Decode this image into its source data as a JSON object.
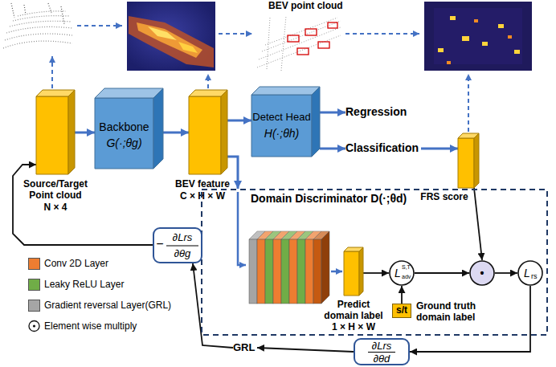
{
  "diagram": {
    "nodes": [
      {
        "text": [
          "Source/Target Point cloud",
          "N × 4"
        ]
      },
      {
        "text": [
          "Backbone",
          "G(·;θg)"
        ]
      },
      {
        "text": [
          "BEV feature",
          "C × H × W"
        ]
      },
      {
        "text": [
          "Detect Head",
          "H(·;θh)"
        ]
      },
      {
        "text": [
          "Regression"
        ]
      },
      {
        "text": [
          "Classification"
        ]
      },
      {
        "text": [
          "FRS score"
        ]
      },
      {
        "text": [
          "Domain Discriminator D(·;θd)"
        ]
      },
      {
        "text": [
          "Predict domain label",
          "1 × H × W"
        ],
        "in": 7
      },
      {
        "text": [
          "L",
          "S,T",
          "adv"
        ],
        "in": 7
      },
      {
        "text": [
          "s/t",
          "Ground truth domain label"
        ],
        "in": 7
      },
      {
        "text": [
          "•"
        ],
        "in": 7
      },
      {
        "text": [
          "L",
          "rs"
        ],
        "in": 7
      },
      {
        "text": [
          "−",
          "∂Lrs",
          "∂θg"
        ]
      },
      {
        "text": [
          "∂Lrs",
          "∂θd"
        ]
      },
      {
        "text": [
          "GRL"
        ]
      }
    ],
    "edges": [
      {
        "from": 0,
        "to": 1,
        "arrow": "to"
      },
      {
        "from": 1,
        "to": 2,
        "arrow": "to"
      },
      {
        "from": 2,
        "to": 3,
        "arrow": "to"
      },
      {
        "from": 3,
        "to": 4,
        "arrow": "to"
      },
      {
        "from": 3,
        "to": 5,
        "arrow": "to"
      },
      {
        "from": 5,
        "to": 6,
        "arrow": "to"
      },
      {
        "from": 2,
        "to": 7,
        "arrow": "to"
      },
      {
        "from": 8,
        "to": 9,
        "arrow": "to"
      },
      {
        "from": 10,
        "to": 9,
        "arrow": "to"
      },
      {
        "from": 9,
        "to": 11,
        "arrow": "to"
      },
      {
        "from": 6,
        "to": 11,
        "arrow": "to"
      },
      {
        "from": 11,
        "to": 12,
        "arrow": "to"
      },
      {
        "from": 12,
        "to": 14,
        "arrow": "to"
      },
      {
        "from": 14,
        "to": 15,
        "arrow": "to"
      },
      {
        "from": 15,
        "to": 13,
        "arrow": "to"
      },
      {
        "from": 13,
        "to": 0,
        "arrow": "to"
      }
    ],
    "labels": [
      "BEV point cloud"
    ],
    "legend": [
      {
        "text": "Conv 2D Layer",
        "color": "#ed7d31"
      },
      {
        "text": "Leaky ReLU Layer",
        "color": "#70ad47"
      },
      {
        "text": "Gradient reversal Layer(GRL)",
        "color": "#a5a5a5"
      },
      {
        "text": "Element wise multiply"
      }
    ]
  }
}
